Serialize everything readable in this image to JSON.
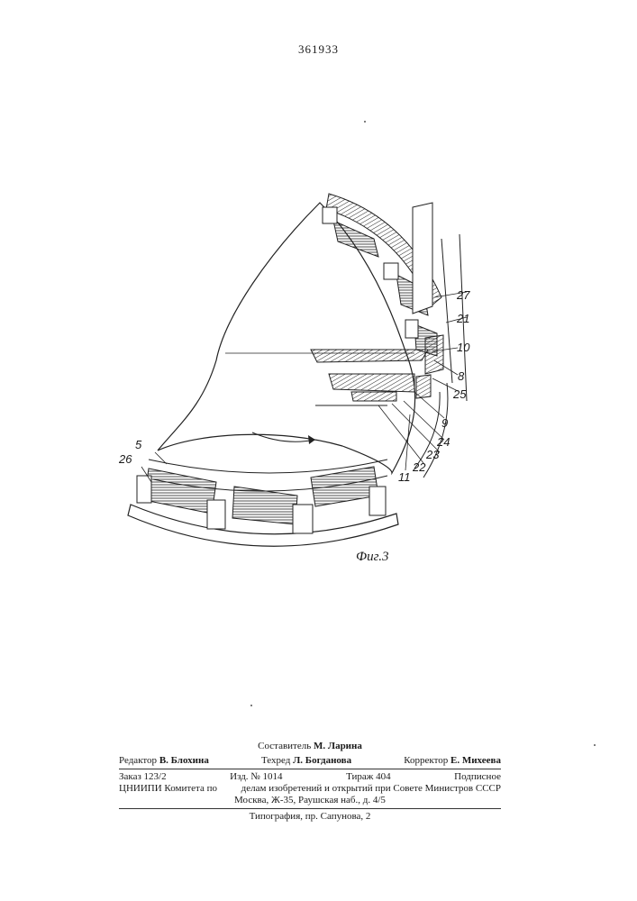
{
  "patent_number": "361933",
  "figure": {
    "caption": "Фиг.3",
    "callouts": [
      "27",
      "21",
      "10",
      "8",
      "25",
      "9",
      "24",
      "23",
      "22",
      "11",
      "5",
      "26"
    ]
  },
  "imprint": {
    "compiler_label": "Составитель",
    "compiler_name": "М. Ларина",
    "editor_label": "Редактор",
    "editor_name": "В. Блохина",
    "techred_label": "Техред",
    "techred_name": "Л. Богданова",
    "corrector_label": "Корректор",
    "corrector_name": "Е. Михеева",
    "order": "Заказ 123/2",
    "edition": "Изд. № 1014",
    "circulation": "Тираж 404",
    "subscription": "Подписное",
    "org_line1_left": "ЦНИИПИ Комитета по",
    "org_line1_right": "делам изобретений и открытий при Совете Министров СССР",
    "org_line2": "Москва, Ж-35, Раушская наб., д. 4/5",
    "printing": "Типография, пр. Сапунова, 2"
  }
}
